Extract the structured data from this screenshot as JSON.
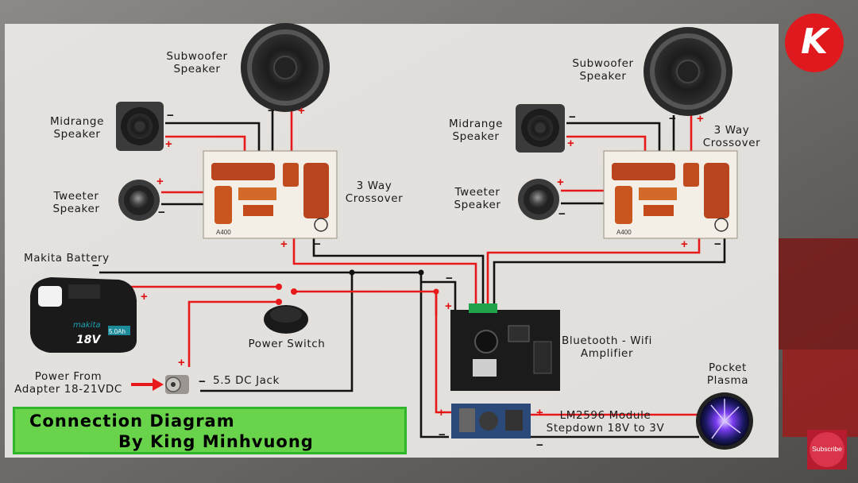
{
  "title": {
    "line1": "Connection Diagram",
    "line2": "By King Minhvuong"
  },
  "labels": {
    "subwoofer_left": "Subwoofer\nSpeaker",
    "midrange_left": "Midrange\nSpeaker",
    "tweeter_left": "Tweeter\nSpeaker",
    "crossover_left": "3 Way\nCrossover",
    "subwoofer_right": "Subwoofer\nSpeaker",
    "midrange_right": "Midrange\nSpeaker",
    "tweeter_right": "Tweeter\nSpeaker",
    "crossover_right": "3 Way\nCrossover",
    "battery": "Makita Battery",
    "power_switch": "Power Switch",
    "power_from": "Power From\nAdapter 18-21VDC",
    "dc_jack": "5.5 DC Jack",
    "amplifier": "Bluetooth - Wifi\nAmplifier",
    "lm2596": "LM2596 Module\nStepdown 18V to 3V",
    "plasma": "Pocket\nPlasma"
  },
  "battery_marking": {
    "brand": "makita",
    "voltage": "18V",
    "capacity": "5.0Ah"
  },
  "crossover_marking": "A400",
  "signs": {
    "plus": "+",
    "minus": "−"
  },
  "logo": {
    "letter": "K"
  },
  "subscribe": "Subscribe",
  "colors": {
    "wire_positive": "#e8191a",
    "wire_negative": "#111111",
    "title_bg": "#69d44b",
    "title_border": "#2fb52a",
    "panel_bg": "#ece9e6",
    "logo_red": "#e0191e"
  }
}
